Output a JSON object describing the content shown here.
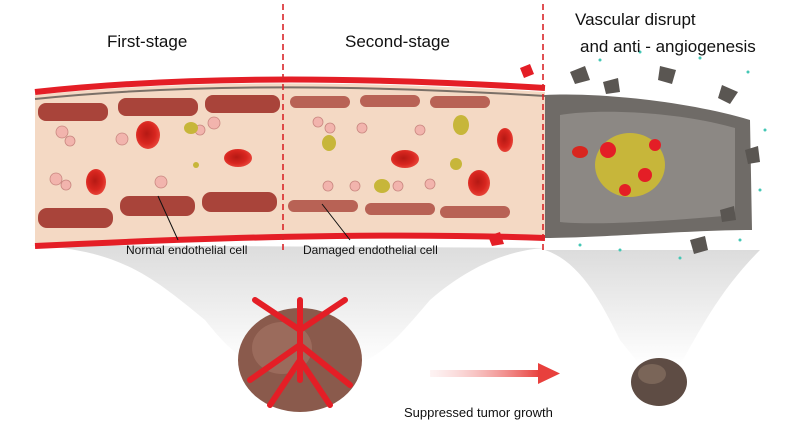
{
  "stages": {
    "first": "First-stage",
    "second": "Second-stage",
    "third_line1": "Vascular disrupt",
    "third_line2": "and anti - angiogenesis"
  },
  "labels": {
    "normal_cell": "Normal endothelial cell",
    "damaged_cell": "Damaged endothelial cell",
    "outcome": "Suppressed tumor growth"
  },
  "colors": {
    "vessel_wall": "#e41e26",
    "vessel_lumen": "#f4d9c4",
    "endothelial_cell": "#a9443a",
    "red_blood_cell": "#d8261f",
    "nanoparticle": "#f2b4ad",
    "drug_particle": "#c7b63a",
    "necrotic_tissue": "#6f6b67",
    "tumor": "#8a5a4c",
    "divider": "#d9262a"
  }
}
